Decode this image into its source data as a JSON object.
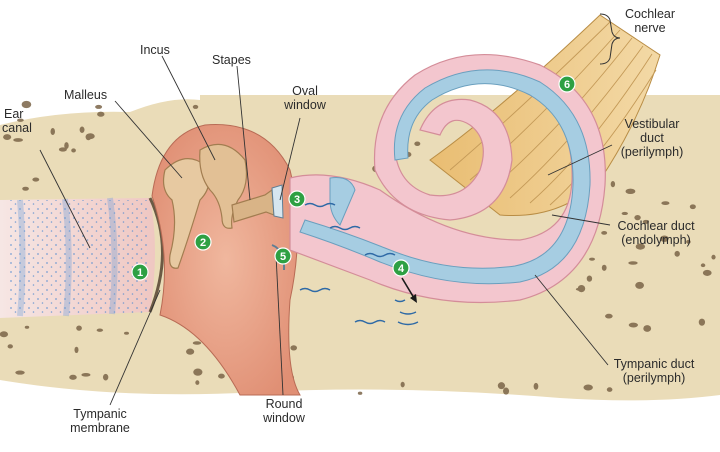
{
  "labels": {
    "ear_canal": [
      "Ear",
      "canal"
    ],
    "malleus": "Malleus",
    "incus": "Incus",
    "stapes": "Stapes",
    "oval_window": [
      "Oval",
      "window"
    ],
    "cochlear_nerve": [
      "Cochlear",
      "nerve"
    ],
    "vestibular_duct": [
      "Vestibular",
      "duct",
      "(perilymph)"
    ],
    "cochlear_duct": [
      "Cochlear duct",
      "(endolymph)"
    ],
    "tympanic_duct": [
      "Tympanic duct",
      "(perilymph)"
    ],
    "round_window": [
      "Round",
      "window"
    ],
    "tympanic_membrane": [
      "Tympanic",
      "membrane"
    ]
  },
  "steps": [
    "1",
    "2",
    "3",
    "4",
    "5",
    "6"
  ],
  "colors": {
    "bone": "#eadcb8",
    "bone_pores": "#7b6548",
    "perilymph": "#f3c6ce",
    "endolymph": "#a6cde2",
    "ossicle": "#e7c9a1",
    "middle_ear": "#e9a48a",
    "nerve": "#e9c27e",
    "marker": "#2ea043",
    "canal_dots": "#5a8fd0"
  }
}
